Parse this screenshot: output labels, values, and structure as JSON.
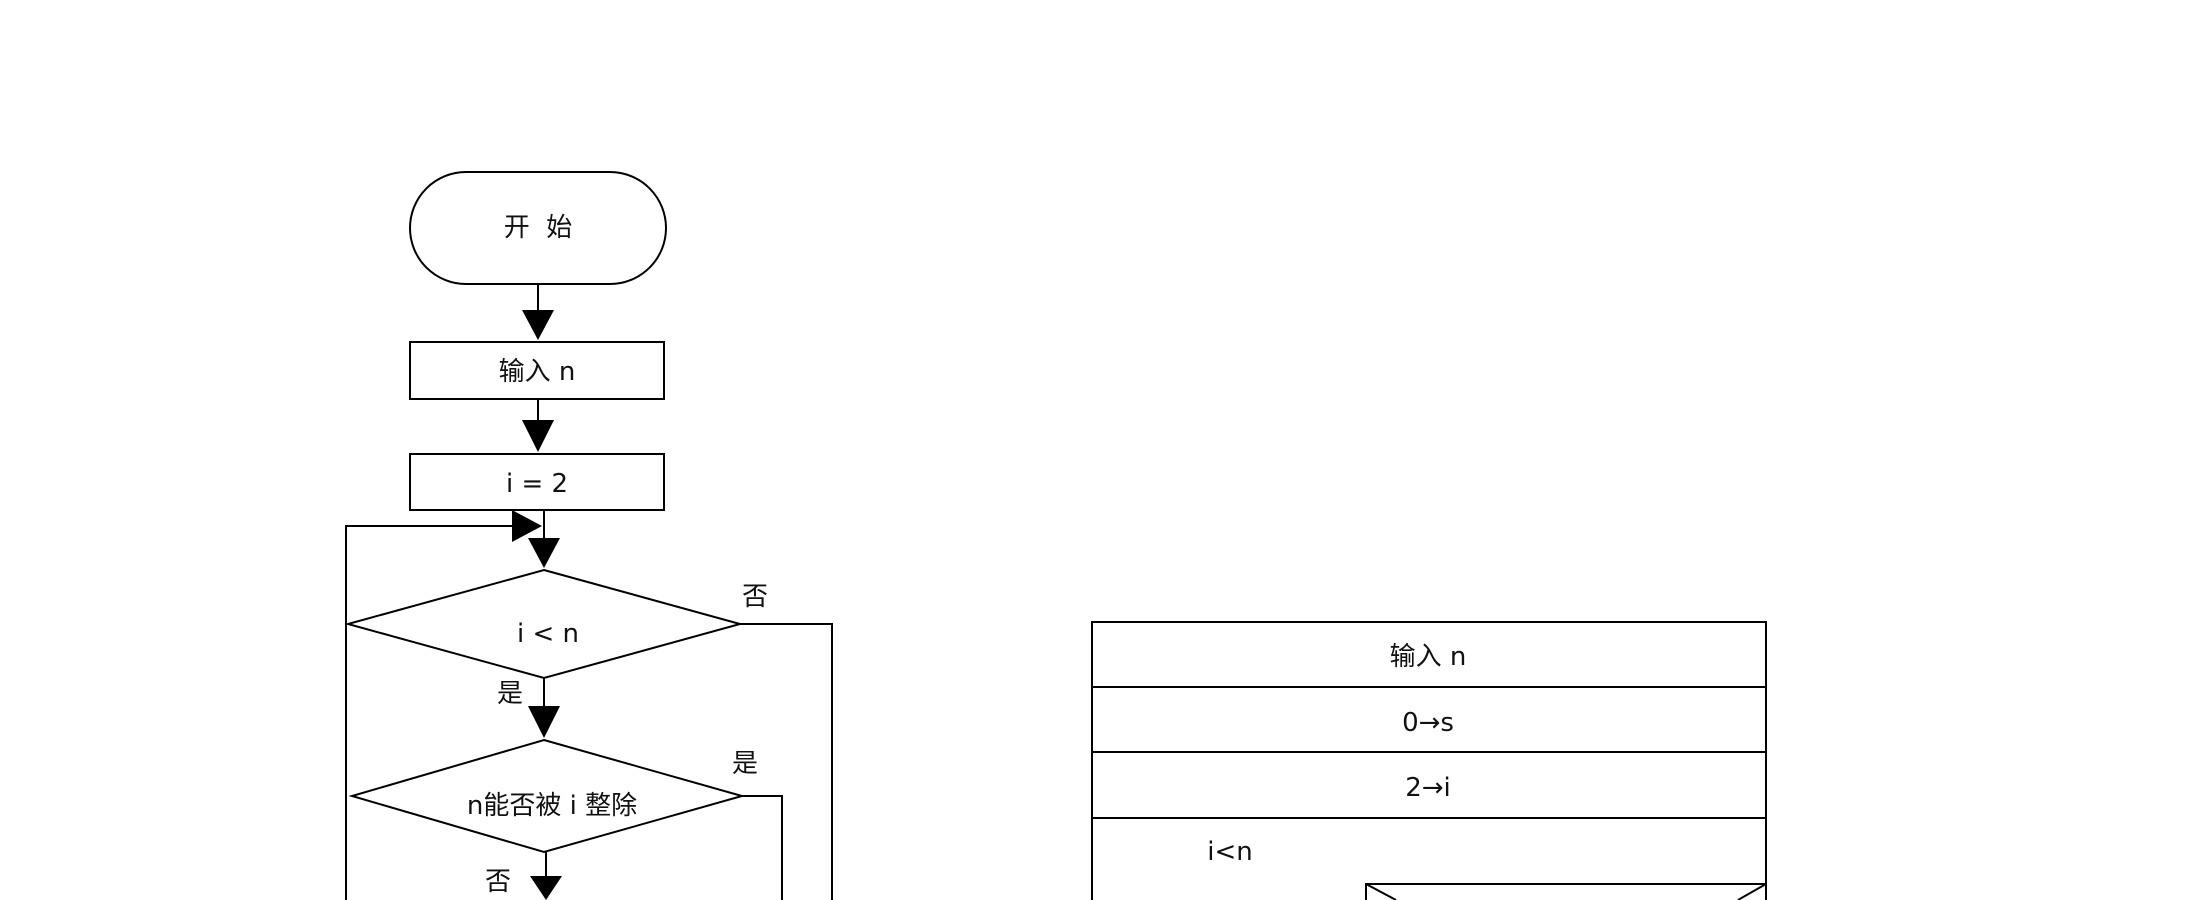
{
  "flowchart": {
    "start": "开  始",
    "input": "输入 n",
    "init": "i = 2",
    "cond_loop": "i < n",
    "cond_loop_no": "否",
    "cond_loop_yes": "是",
    "cond_div": "n能否被 i 整除",
    "cond_div_yes": "是",
    "cond_div_no": "否"
  },
  "nsd": {
    "row_input": "输入 n",
    "row_s": "0→s",
    "row_i": "2→i",
    "row_loop": "i<n"
  },
  "colors": {
    "line": "#000000",
    "background": "#ffffff"
  }
}
